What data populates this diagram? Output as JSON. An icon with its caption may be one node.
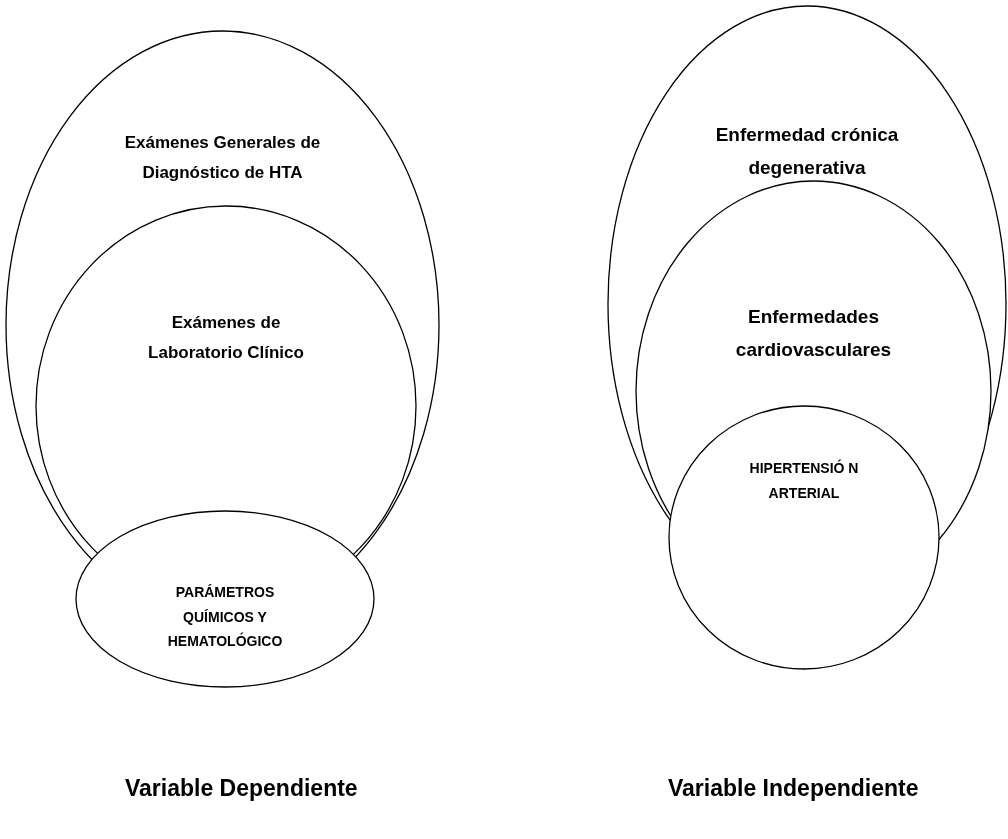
{
  "diagram": {
    "nodes": [
      {
        "text": [
          "Exámenes Generales de Diagnóstico de HTA"
        ]
      },
      {
        "text": [
          "Exámenes de Laboratorio Clínico"
        ],
        "in": 0
      },
      {
        "text": [
          "PARÁMETROS QUÍMICOS Y HEMATOLÓGICO"
        ]
      },
      {
        "text": [
          "Enfermedad crónica degenerativa"
        ]
      },
      {
        "text": [
          "Enfermedades cardiovasculares"
        ],
        "in": 3
      },
      {
        "text": [
          "HIPERTENSIÓ N ARTERIAL"
        ]
      }
    ],
    "edges": [],
    "labels": [
      "Variable Dependiente",
      "Variable Independiente"
    ]
  }
}
